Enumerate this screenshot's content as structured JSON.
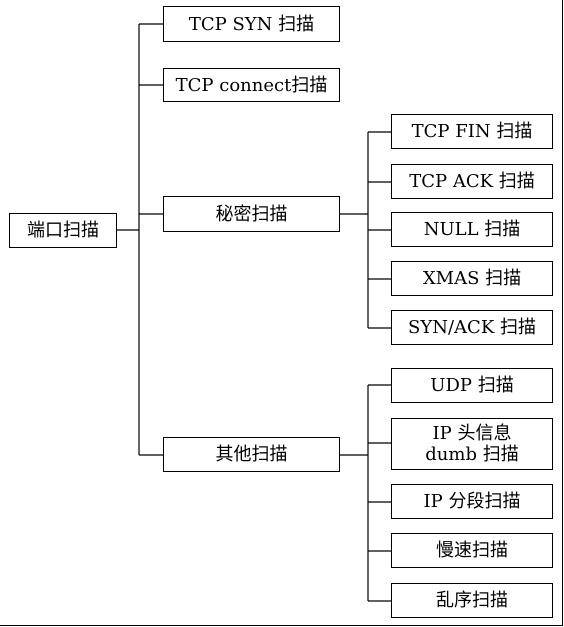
{
  "root": {
    "label": "端口扫描"
  },
  "branches": [
    {
      "label": "TCP SYN 扫描"
    },
    {
      "label": "TCP connect扫描"
    },
    {
      "label": "秘密扫描",
      "children": [
        "TCP FIN 扫描",
        "TCP ACK 扫描",
        "NULL 扫描",
        "XMAS 扫描",
        "SYN/ACK 扫描"
      ]
    },
    {
      "label": "其他扫描",
      "children": [
        "UDP 扫描",
        "IP 头信息",
        "dumb 扫描",
        "IP 分段扫描",
        "慢速扫描",
        "乱序扫描"
      ]
    }
  ]
}
